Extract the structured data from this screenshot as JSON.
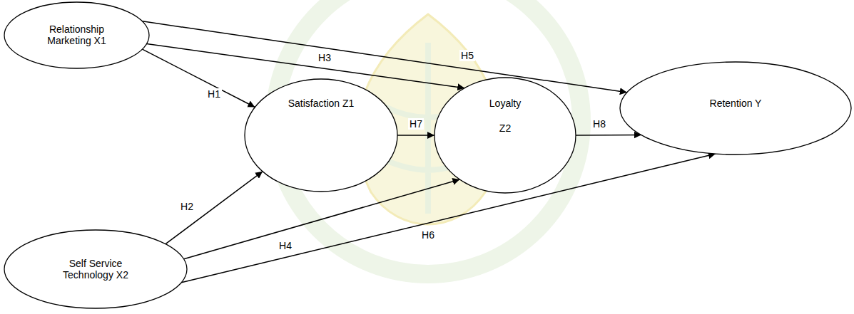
{
  "diagram": {
    "nodes": [
      {
        "text": [
          "Relationship Marketing X1"
        ]
      },
      {
        "text": [
          "Satisfaction Z1"
        ]
      },
      {
        "text": [
          "Loyalty",
          "Z2"
        ]
      },
      {
        "text": [
          "Retention Y"
        ]
      },
      {
        "text": [
          "Self Service Technology X2"
        ]
      }
    ],
    "edges": [
      {
        "from": 0,
        "to": 1,
        "label": "H1",
        "arrow": "to"
      },
      {
        "from": 4,
        "to": 1,
        "label": "H2",
        "arrow": "to"
      },
      {
        "from": 0,
        "to": 2,
        "label": "H3",
        "arrow": "to"
      },
      {
        "from": 4,
        "to": 2,
        "label": "H4",
        "arrow": "to"
      },
      {
        "from": 0,
        "to": 3,
        "label": "H5",
        "arrow": "to"
      },
      {
        "from": 4,
        "to": 3,
        "label": "H6",
        "arrow": "to"
      },
      {
        "from": 1,
        "to": 2,
        "label": "H7",
        "arrow": "to"
      },
      {
        "from": 2,
        "to": 3,
        "label": "H8",
        "arrow": "to"
      }
    ]
  }
}
